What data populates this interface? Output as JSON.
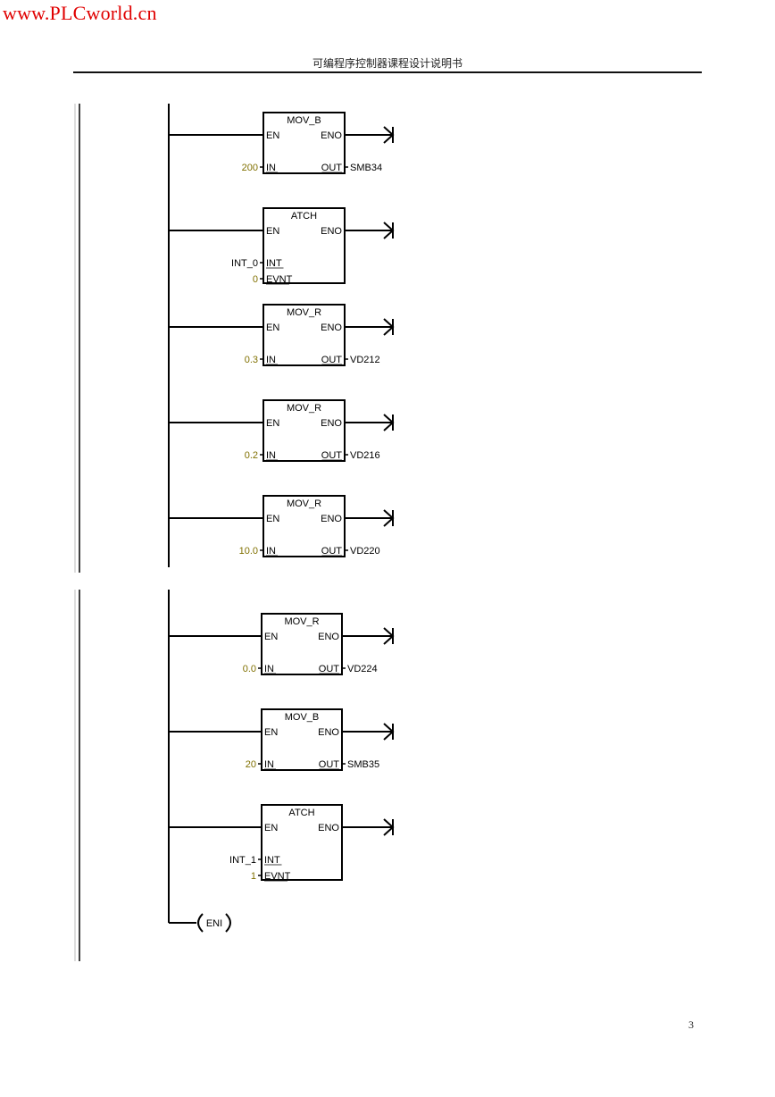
{
  "watermark": "www.PLCworld.cn",
  "header": {
    "title": "可编程序控制器课程设计说明书"
  },
  "page_number": "3",
  "colors": {
    "line": "#000000",
    "constant": "#807000",
    "text": "#000000",
    "watermark": "#e00000"
  },
  "networks": [
    {
      "blocks": [
        {
          "name": "MOV_B",
          "en": "EN",
          "eno": "ENO",
          "inputs": [
            {
              "pin": "IN",
              "value": "200",
              "constant": true
            }
          ],
          "output": {
            "pin": "OUT",
            "value": "SMB34"
          }
        },
        {
          "name": "ATCH",
          "en": "EN",
          "eno": "ENO",
          "inputs": [
            {
              "pin": "INT",
              "value": "INT_0",
              "constant": false
            },
            {
              "pin": "EVNT",
              "value": "0",
              "constant": true
            }
          ],
          "output": null
        },
        {
          "name": "MOV_R",
          "en": "EN",
          "eno": "ENO",
          "inputs": [
            {
              "pin": "IN",
              "value": "0.3",
              "constant": true
            }
          ],
          "output": {
            "pin": "OUT",
            "value": "VD212"
          }
        },
        {
          "name": "MOV_R",
          "en": "EN",
          "eno": "ENO",
          "inputs": [
            {
              "pin": "IN",
              "value": "0.2",
              "constant": true
            }
          ],
          "output": {
            "pin": "OUT",
            "value": "VD216"
          }
        },
        {
          "name": "MOV_R",
          "en": "EN",
          "eno": "ENO",
          "inputs": [
            {
              "pin": "IN",
              "value": "10.0",
              "constant": true
            }
          ],
          "output": {
            "pin": "OUT",
            "value": "VD220"
          }
        }
      ],
      "coil": null
    },
    {
      "blocks": [
        {
          "name": "MOV_R",
          "en": "EN",
          "eno": "ENO",
          "inputs": [
            {
              "pin": "IN",
              "value": "0.0",
              "constant": true
            }
          ],
          "output": {
            "pin": "OUT",
            "value": "VD224"
          }
        },
        {
          "name": "MOV_B",
          "en": "EN",
          "eno": "ENO",
          "inputs": [
            {
              "pin": "IN",
              "value": "20",
              "constant": true
            }
          ],
          "output": {
            "pin": "OUT",
            "value": "SMB35"
          }
        },
        {
          "name": "ATCH",
          "en": "EN",
          "eno": "ENO",
          "inputs": [
            {
              "pin": "INT",
              "value": "INT_1",
              "constant": false
            },
            {
              "pin": "EVNT",
              "value": "1",
              "constant": true
            }
          ],
          "output": null
        }
      ],
      "coil": {
        "label": "ENI"
      }
    }
  ]
}
